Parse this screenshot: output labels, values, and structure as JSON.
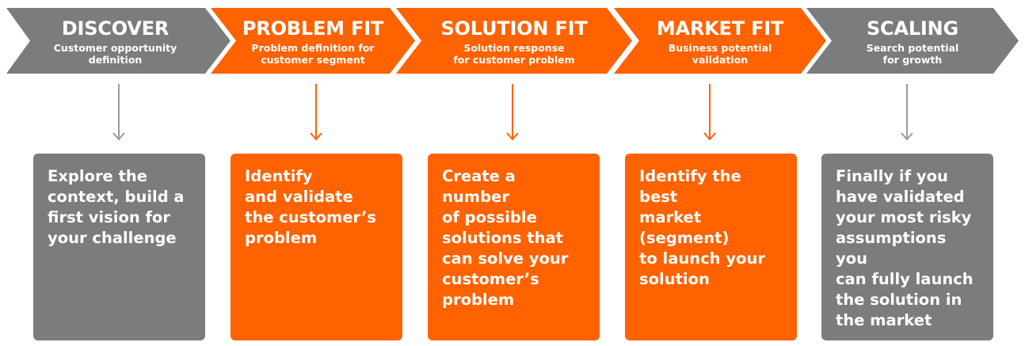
{
  "colors": {
    "gray": "#7b7c7e",
    "orange": "#ff6200"
  },
  "stages": [
    {
      "title": "DISCOVER",
      "subtitle": "Customer opportunity\ndefinition",
      "color": "gray",
      "description": "Explore the\ncontext, build a\nfirst vision for\nyour challenge"
    },
    {
      "title": "PROBLEM FIT",
      "subtitle": "Problem definition for\ncustomer segment",
      "color": "orange",
      "description": "Identify\nand validate\nthe customer’s\nproblem"
    },
    {
      "title": "SOLUTION FIT",
      "subtitle": "Solution response\nfor customer problem",
      "color": "orange",
      "description": "Create a number\nof possible\nsolutions that\ncan solve your\ncustomer’s\nproblem"
    },
    {
      "title": "MARKET FIT",
      "subtitle": "Business potential\nvalidation",
      "color": "orange",
      "description": "Identify the best\nmarket (segment)\nto launch your\nsolution"
    },
    {
      "title": "SCALING",
      "subtitle": "Search potential\nfor growth",
      "color": "gray",
      "description": "Finally if you\nhave validated\nyour most risky\nassumptions you\ncan fully launch\nthe solution in\nthe market"
    }
  ]
}
